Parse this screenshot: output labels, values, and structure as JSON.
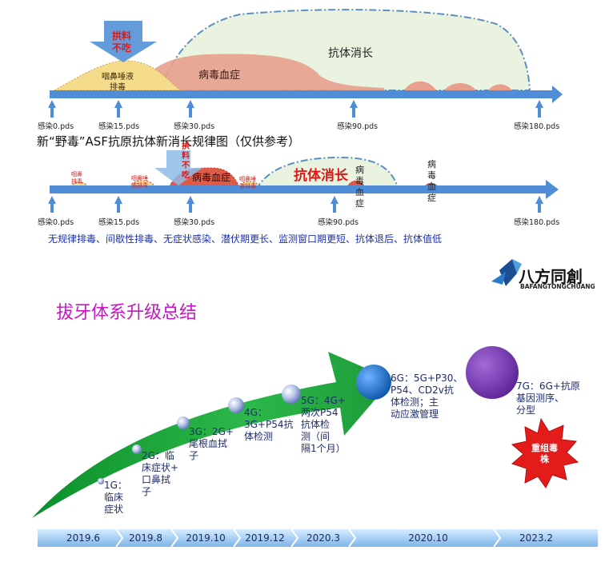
{
  "top_chart": {
    "arrow_label": "拱料\n不吃",
    "shedding_label": "咽鼻唾液\n排毒",
    "viremia_label": "病毒血症",
    "antibody_label": "抗体消长",
    "ticks": [
      "感染0.pds",
      "感染15.pds",
      "感染30.pds",
      "感染90.pds",
      "感染180.pds"
    ]
  },
  "title_mid": "新“野毒”ASF抗原抗体新消长规律图（仅供参考）",
  "bottom_chart": {
    "arrow_label": "拱\n料\n不\n吃",
    "small_label_1": "咽鼻\n排毒",
    "small_label_2": "咽鼻唾\n液排毒",
    "small_label_3": "咽鼻唾\n液排毒",
    "viremia_label": "病毒血症",
    "antibody_label": "抗体消长",
    "viremia_90_label": "病\n毒\n血\n症",
    "viremia_late_label": "病\n毒\n血\n症",
    "ticks": [
      "感染0.pds",
      "感染15.pds",
      "感染30.pds",
      "感染90.pds",
      "感染180.pds"
    ]
  },
  "caption": "无规律排毒、间歇性排毒、无症状感染、潜伏期更长、监测窗口期更短、抗体退后、抗体值低",
  "logo": {
    "cn": "八方同創",
    "en": "BAFANGTONGCHUANG"
  },
  "section_title": "拔牙体系升级总结",
  "stages": [
    "1G：\n临床\n症状",
    "2G：临\n床症状+\n口鼻拭\n子",
    "3G：2G+\n尾根血拭\n子",
    "4G：\n3G+P54抗\n体检测",
    "5G：4G+\n两次P54\n抗体检\n测（间\n隔1个月）",
    "6G：5G+P30、\nP54、CD2v抗\n体检测；主\n动应激管理",
    "7G：6G+抗原\n基因测序、\n分型"
  ],
  "burst_label": "重组毒\n株",
  "timeline": [
    "2019.6",
    "2019.8",
    "2019.10",
    "2019.12",
    "2020.3",
    "2020.10",
    "2023.2"
  ],
  "colors": {
    "axis_blue": "#4f8ed6",
    "antibody_fill": "#e9f3df",
    "antibody_border": "#5b8fbf",
    "viremia_fill": "#e7a08e",
    "shedding_fill": "#f4dc8c",
    "section_title": "#c516c5",
    "arrow_green": "#1aa33a",
    "stage6_ball": "#1a6cc4",
    "stage7_ball": "#7a36b8",
    "burst_red": "#e31b1b",
    "caption_blue": "#1b2fb5"
  }
}
